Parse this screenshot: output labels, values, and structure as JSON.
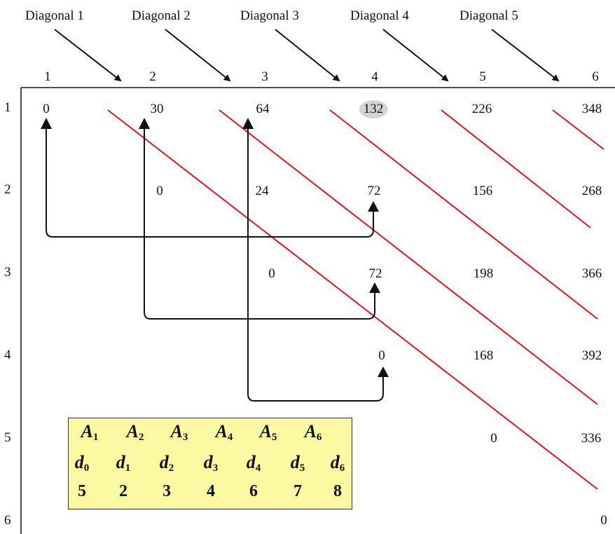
{
  "diagonal_labels": [
    "Diagonal 1",
    "Diagonal 2",
    "Diagonal 3",
    "Diagonal 4",
    "Diagonal 5"
  ],
  "col_headers": [
    "1",
    "2",
    "3",
    "4",
    "5",
    "6"
  ],
  "row_headers": [
    "1",
    "2",
    "3",
    "4",
    "5",
    "6"
  ],
  "matrix": [
    [
      "0",
      "30",
      "64",
      "132",
      "226",
      "348"
    ],
    [
      "",
      "0",
      "24",
      "72",
      "156",
      "268"
    ],
    [
      "",
      "",
      "0",
      "72",
      "198",
      "366"
    ],
    [
      "",
      "",
      "",
      "0",
      "168",
      "392"
    ],
    [
      "",
      "",
      "",
      "",
      "0",
      "336"
    ],
    [
      "",
      "",
      "",
      "",
      "",
      "0"
    ]
  ],
  "highlight_value": "132",
  "legend": {
    "matrices": [
      {
        "sym": "A",
        "sub": "1"
      },
      {
        "sym": "A",
        "sub": "2"
      },
      {
        "sym": "A",
        "sub": "3"
      },
      {
        "sym": "A",
        "sub": "4"
      },
      {
        "sym": "A",
        "sub": "5"
      },
      {
        "sym": "A",
        "sub": "6"
      }
    ],
    "dims": [
      {
        "sym": "d",
        "sub": "0"
      },
      {
        "sym": "d",
        "sub": "1"
      },
      {
        "sym": "d",
        "sub": "2"
      },
      {
        "sym": "d",
        "sub": "3"
      },
      {
        "sym": "d",
        "sub": "4"
      },
      {
        "sym": "d",
        "sub": "5"
      },
      {
        "sym": "d",
        "sub": "6"
      }
    ],
    "values": [
      "5",
      "2",
      "3",
      "4",
      "6",
      "7",
      "8"
    ]
  },
  "colors": {
    "diagonal_line": "#e0141e",
    "arrow": "#111111",
    "legend_bg": "#fbfaa2",
    "highlight": "#d4d4d4"
  }
}
